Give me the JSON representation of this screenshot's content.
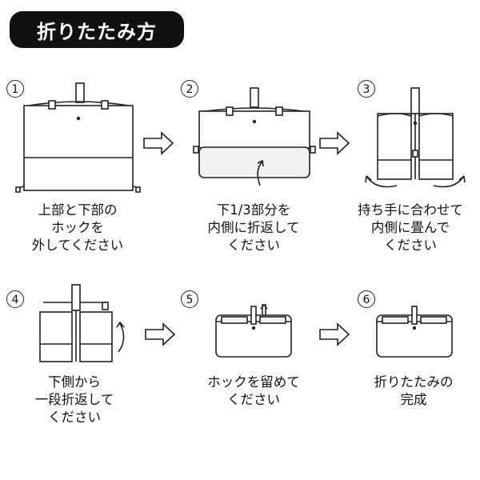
{
  "header": {
    "title": "折りたたみ方"
  },
  "steps": [
    {
      "number": "1",
      "lines": [
        "上部と下部の",
        "ホックを",
        "外してください"
      ]
    },
    {
      "number": "2",
      "lines": [
        "下1/3部分を",
        "内側に折返して",
        "ください"
      ]
    },
    {
      "number": "3",
      "lines": [
        "持ち手に合わせて",
        "内側に畳んで",
        "ください"
      ]
    },
    {
      "number": "4",
      "lines": [
        "下側から",
        "一段折返して",
        "ください"
      ]
    },
    {
      "number": "5",
      "lines": [
        "ホックを留めて",
        "ください"
      ]
    },
    {
      "number": "6",
      "lines": [
        "折りたたみの",
        "完成"
      ]
    }
  ],
  "icons": {
    "step_arrow": "right-outline-arrow-icon",
    "fold_arrow": "curved-arrow-icon"
  }
}
